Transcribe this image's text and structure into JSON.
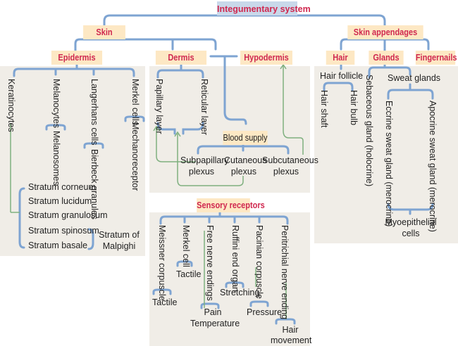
{
  "diagram": {
    "title": "Integumentary system",
    "level1": {
      "skin": "Skin",
      "appendages": "Skin appendages"
    },
    "skin_children": {
      "epidermis": "Epidermis",
      "dermis": "Dermis",
      "hypodermis": "Hypodermis"
    },
    "appendage_children": {
      "hair": "Hair",
      "glands": "Glands",
      "fingernails": "Fingernails"
    },
    "epidermis": {
      "cells": [
        "Keratinocytes",
        "Melanocytes",
        "Langerhans cells",
        "Merkel cells"
      ],
      "products": {
        "melanocytes": "Melanosomes",
        "langerhans": "Bierbeck granules",
        "merkel": "Mechanoreceptor"
      },
      "strata": [
        "Stratum corneum",
        "Stratum lucidum",
        "Stratum granulosum",
        "Stratum spinosum",
        "Stratum basale"
      ],
      "malpighi": [
        "Stratum of",
        "Malpighi"
      ]
    },
    "dermis": {
      "layers": [
        "Papillary layer",
        "Reticular layer"
      ],
      "blood_supply": "Blood supply",
      "plexus": [
        [
          "Subpapillary",
          "plexus"
        ],
        [
          "Cutaneous",
          "plexus"
        ],
        [
          "Subcutaneous",
          "plexus"
        ]
      ]
    },
    "hair": {
      "follicle": "Hair follicle",
      "parts": [
        "Hair shaft",
        "Hair bulb"
      ]
    },
    "glands": {
      "sebaceous": "Sebaceous gland (holocrine)",
      "sweat": "Sweat glands",
      "sweat_types": [
        "Eccrine sweat gland (merocrine)",
        "Apocrine sweat gland (merocrine)"
      ],
      "myo": [
        "Myoepithelial",
        "cells"
      ]
    },
    "sensory": {
      "title": "Sensory receptors",
      "receptors": [
        "Meissner corpuscle",
        "Merkel cell",
        "Free nerve endings",
        "Ruffini end organ",
        "Pacinian corpuscle",
        "Peritrichial nerve ending"
      ],
      "functions": {
        "meissner": "Tactile",
        "merkel": "Tactile",
        "free": [
          "Pain",
          "Temperature"
        ],
        "ruffini": "Stretching",
        "pacinian": "Pressure",
        "peritrichial": [
          "Hair",
          "movement"
        ]
      }
    },
    "colors": {
      "heading_text": "#d0284f",
      "box_fill": "#fde8c4",
      "title_fill": "#c9d8ea",
      "panel": "#f0ede7",
      "blue_line": "#7ea4d2",
      "green_line": "#7fb07f"
    }
  }
}
